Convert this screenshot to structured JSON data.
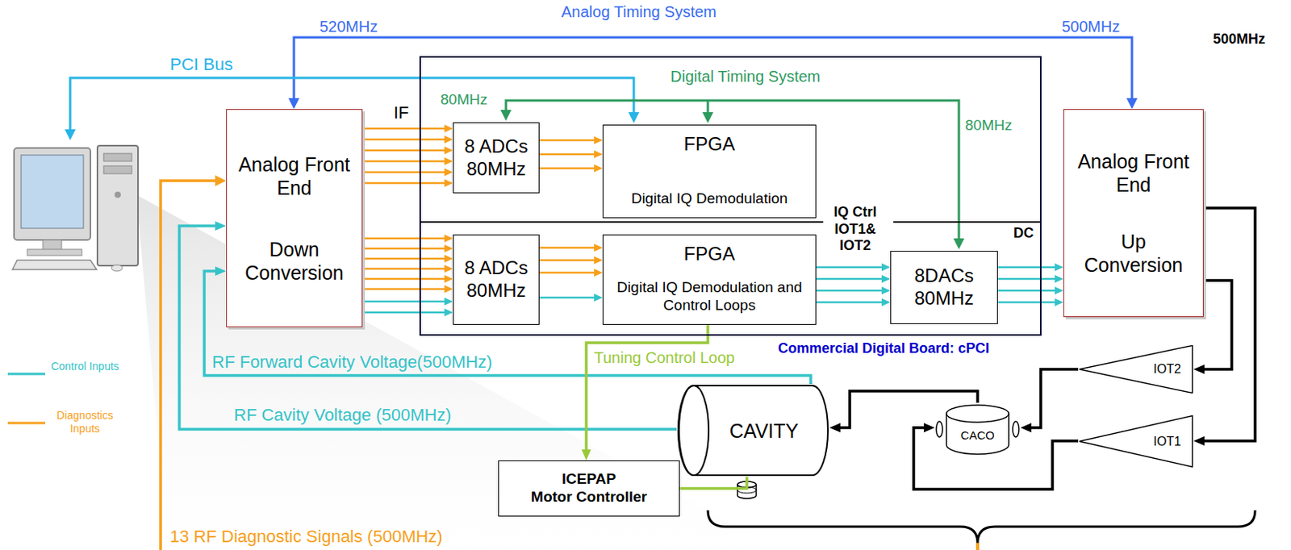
{
  "diagram": {
    "nodes": [
      {
        "text": [
          "Commercial Digital Board: cPCI"
        ]
      },
      {
        "text": [
          "Analog Front End",
          "Down Conversion"
        ]
      },
      {
        "text": [
          "8 ADCs 80MHz"
        ],
        "in": 0
      },
      {
        "text": [
          "FPGA",
          "Digital IQ Demodulation"
        ],
        "in": 0
      },
      {
        "text": [
          "8 ADCs 80MHz"
        ],
        "in": 0
      },
      {
        "text": [
          "FPGA",
          "Digital IQ Demodulation and Control Loops"
        ],
        "in": 0
      },
      {
        "text": [
          "8DACs 80MHz"
        ],
        "in": 0
      },
      {
        "text": [
          "Analog Front End",
          "Up Conversion"
        ]
      },
      {
        "text": [
          "CAVITY"
        ]
      },
      {
        "text": [
          "ICEPAP",
          "Motor Controller"
        ]
      },
      {
        "text": [
          "CACO"
        ]
      },
      {
        "text": [
          "IOT2"
        ]
      },
      {
        "text": [
          "IOT1"
        ]
      }
    ],
    "edges": [
      {
        "from": 1,
        "to": 2,
        "arrow": "to"
      },
      {
        "from": 1,
        "to": 4,
        "arrow": "to"
      },
      {
        "from": 2,
        "to": 3,
        "arrow": "to"
      },
      {
        "from": 4,
        "to": 5,
        "arrow": "to"
      },
      {
        "from": 5,
        "to": 6,
        "label": "IQ Ctrl IOT1& IOT2",
        "arrow": "to"
      },
      {
        "from": 6,
        "to": 7,
        "arrow": "to"
      },
      {
        "from": 7,
        "to": 11,
        "arrow": "to"
      },
      {
        "from": 7,
        "to": 12,
        "arrow": "to"
      },
      {
        "from": 11,
        "to": 10,
        "arrow": "to"
      },
      {
        "from": 12,
        "to": 10,
        "arrow": "to"
      },
      {
        "from": 10,
        "to": 8,
        "arrow": "to"
      },
      {
        "from": 8,
        "to": 1,
        "label": "RF Forward Cavity Voltage(500MHz)",
        "arrow": "to"
      },
      {
        "from": 8,
        "to": 1,
        "label": "RF Cavity Voltage (500MHz)",
        "arrow": "to"
      },
      {
        "from": 5,
        "to": 9,
        "label": "Tuning Control Loop",
        "arrow": "to"
      },
      {
        "from": 9,
        "to": 8,
        "arrow": "none"
      }
    ],
    "labels": [
      "Analog Timing System",
      "520MHz",
      "500MHz",
      "PCI Bus",
      "Digital Timing System",
      "80MHz",
      "80MHz",
      "IF",
      "DC",
      "500MHz",
      "13 RF Diagnostic Signals (500MHz)"
    ],
    "legend": [
      {
        "text": "Control Inputs"
      },
      {
        "text": "Diagnostics Inputs"
      }
    ]
  }
}
